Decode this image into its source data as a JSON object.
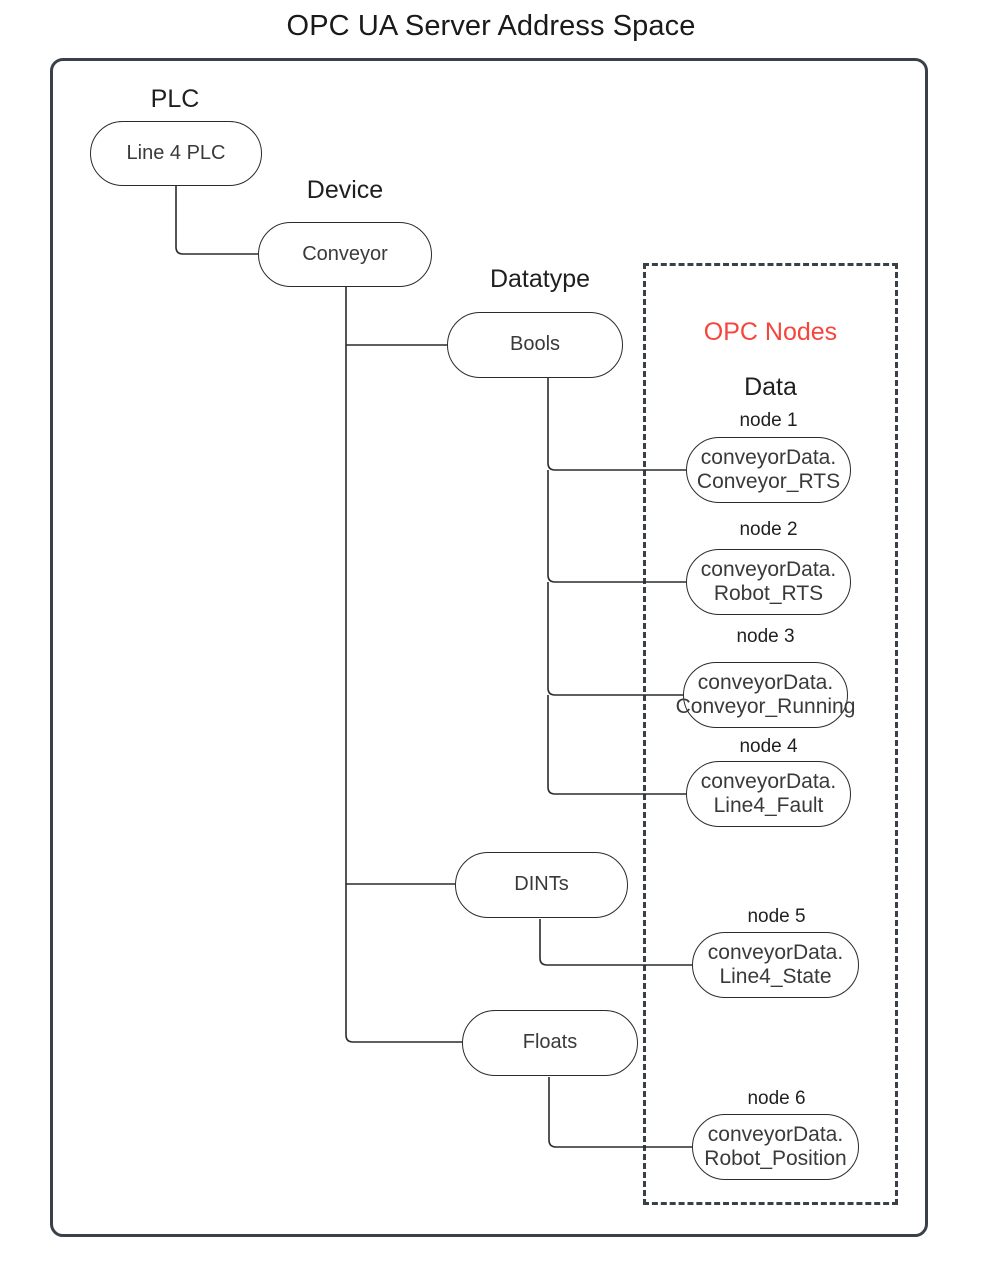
{
  "title": "OPC UA Server Address Space",
  "colors": {
    "frame": "#3a4049",
    "node_stroke": "#2b2b2b",
    "text": "#3a3a3a",
    "accent_red": "#f5453c",
    "background": "#ffffff"
  },
  "captions": {
    "plc": "PLC",
    "device": "Device",
    "datatype": "Datatype",
    "data": "Data",
    "opc_nodes": "OPC Nodes"
  },
  "tree": {
    "plc_node": {
      "label": "Line 4 PLC"
    },
    "device_node": {
      "label": "Conveyor"
    },
    "datatypes": [
      {
        "label": "Bools"
      },
      {
        "label": "DINTs"
      },
      {
        "label": "Floats"
      }
    ]
  },
  "opc_nodes": [
    {
      "caption": "node 1",
      "line1": "conveyorData.",
      "line2": "Conveyor_RTS"
    },
    {
      "caption": "node 2",
      "line1": "conveyorData.",
      "line2": "Robot_RTS"
    },
    {
      "caption": "node 3",
      "line1": "conveyorData.",
      "line2": "Conveyor_Running"
    },
    {
      "caption": "node 4",
      "line1": "conveyorData.",
      "line2": "Line4_Fault"
    },
    {
      "caption": "node 5",
      "line1": "conveyorData.",
      "line2": "Line4_State"
    },
    {
      "caption": "node 6",
      "line1": "conveyorData.",
      "line2": "Robot_Position"
    }
  ]
}
